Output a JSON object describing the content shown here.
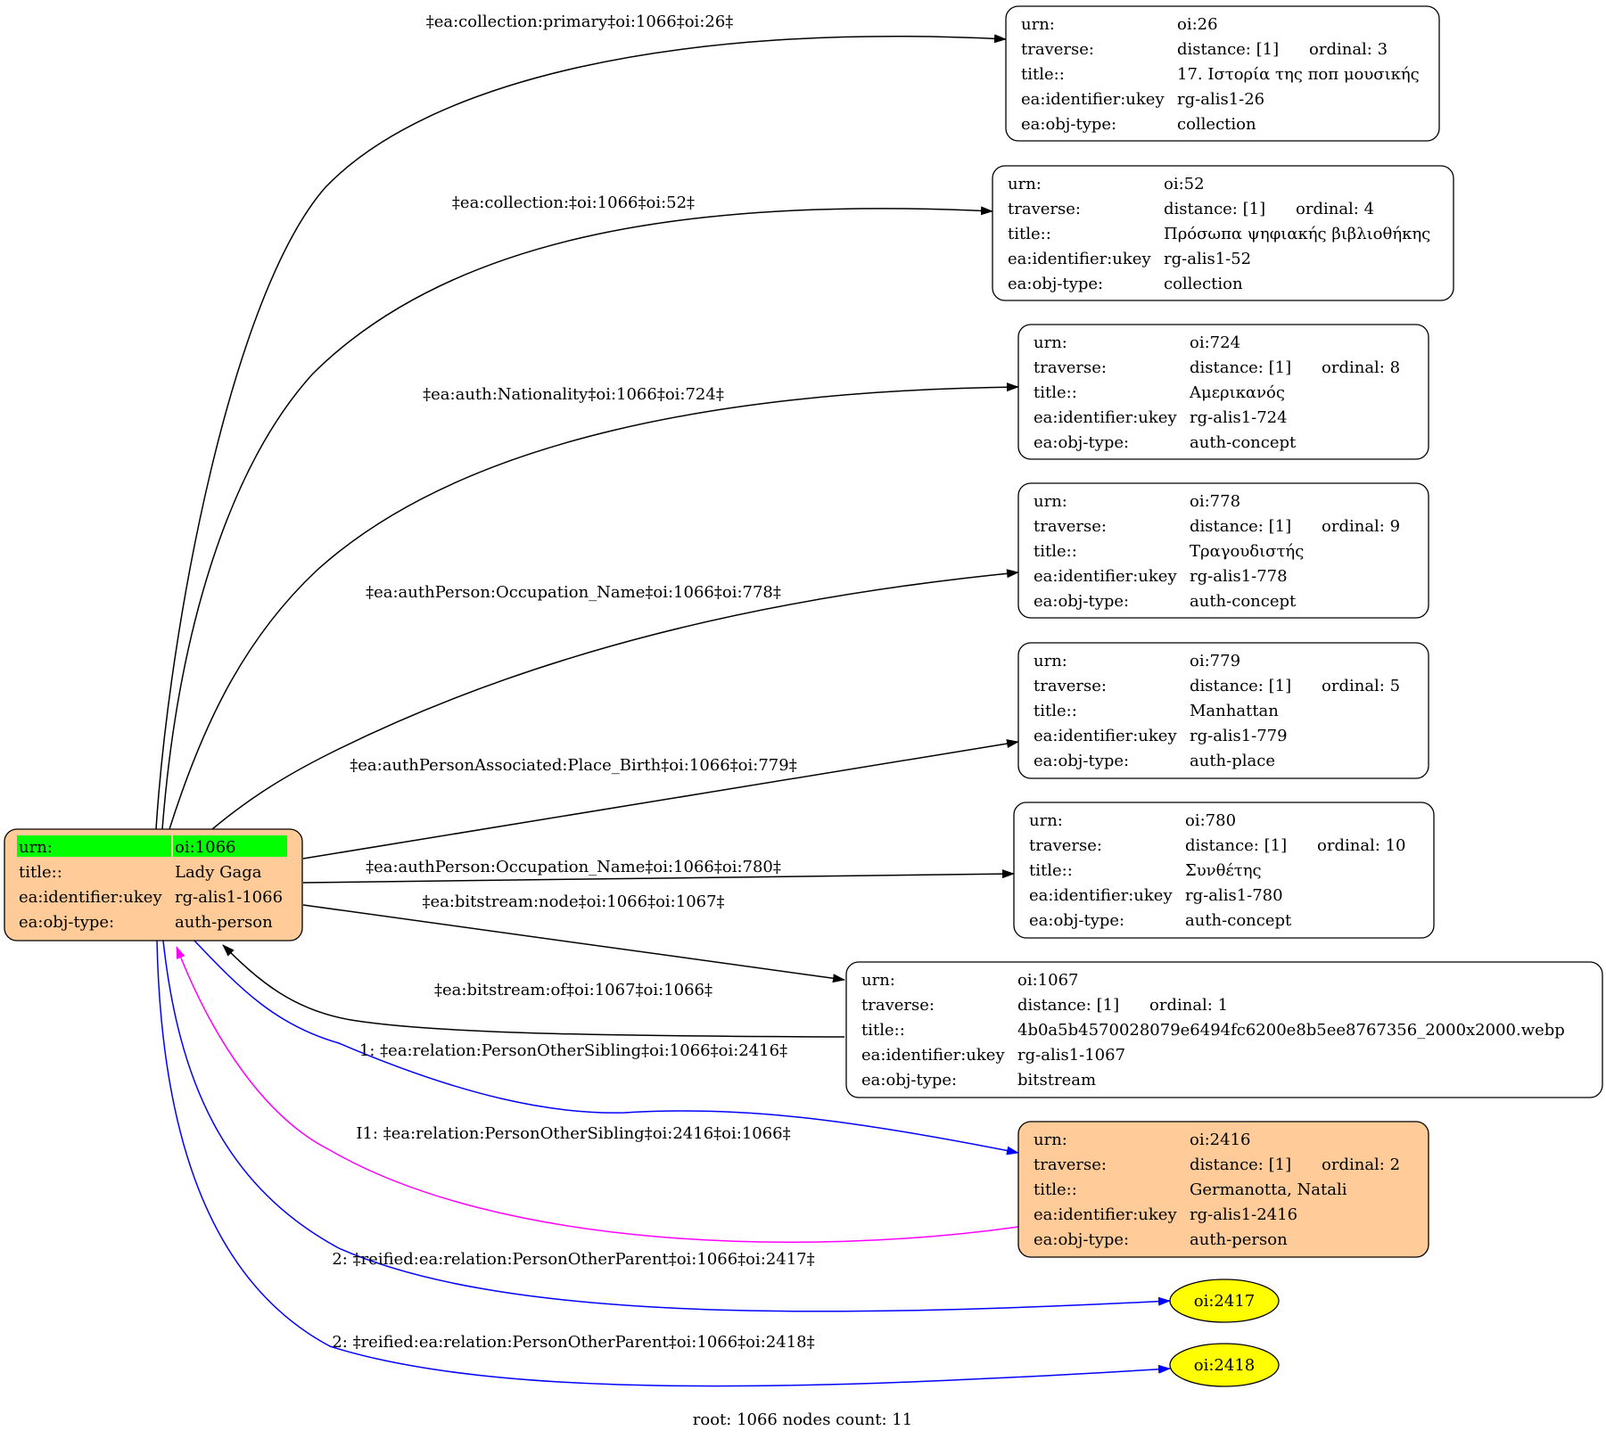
{
  "root_node": {
    "id": "oi:1066",
    "fill": "#ffcc99",
    "highlight": "#00ff00",
    "rows": [
      {
        "k": "urn:",
        "v": "oi:1066"
      },
      {
        "k": "title::",
        "v": "Lady Gaga"
      },
      {
        "k": "ea:identifier:ukey",
        "v": "rg-alis1-1066"
      },
      {
        "k": "ea:obj-type:",
        "v": "auth-person"
      }
    ]
  },
  "nodes": [
    {
      "id": "oi:26",
      "fill": "#ffffff",
      "rows": [
        {
          "k": "urn:",
          "v": "oi:26"
        },
        {
          "k": "traverse:",
          "v": "distance: [1]",
          "v2": "ordinal: 3"
        },
        {
          "k": "title::",
          "v": "17. Ιστορία της ποπ μουσικής"
        },
        {
          "k": "ea:identifier:ukey",
          "v": "rg-alis1-26"
        },
        {
          "k": "ea:obj-type:",
          "v": "collection"
        }
      ]
    },
    {
      "id": "oi:52",
      "fill": "#ffffff",
      "rows": [
        {
          "k": "urn:",
          "v": "oi:52"
        },
        {
          "k": "traverse:",
          "v": "distance: [1]",
          "v2": "ordinal: 4"
        },
        {
          "k": "title::",
          "v": "Πρόσωπα ψηφιακής βιβλιοθήκης"
        },
        {
          "k": "ea:identifier:ukey",
          "v": "rg-alis1-52"
        },
        {
          "k": "ea:obj-type:",
          "v": "collection"
        }
      ]
    },
    {
      "id": "oi:724",
      "fill": "#ffffff",
      "rows": [
        {
          "k": "urn:",
          "v": "oi:724"
        },
        {
          "k": "traverse:",
          "v": "distance: [1]",
          "v2": "ordinal: 8"
        },
        {
          "k": "title::",
          "v": "Αμερικανός"
        },
        {
          "k": "ea:identifier:ukey",
          "v": "rg-alis1-724"
        },
        {
          "k": "ea:obj-type:",
          "v": "auth-concept"
        }
      ]
    },
    {
      "id": "oi:778",
      "fill": "#ffffff",
      "rows": [
        {
          "k": "urn:",
          "v": "oi:778"
        },
        {
          "k": "traverse:",
          "v": "distance: [1]",
          "v2": "ordinal: 9"
        },
        {
          "k": "title::",
          "v": "Τραγουδιστής"
        },
        {
          "k": "ea:identifier:ukey",
          "v": "rg-alis1-778"
        },
        {
          "k": "ea:obj-type:",
          "v": "auth-concept"
        }
      ]
    },
    {
      "id": "oi:779",
      "fill": "#ffffff",
      "rows": [
        {
          "k": "urn:",
          "v": "oi:779"
        },
        {
          "k": "traverse:",
          "v": "distance: [1]",
          "v2": "ordinal: 5"
        },
        {
          "k": "title::",
          "v": "Manhattan"
        },
        {
          "k": "ea:identifier:ukey",
          "v": "rg-alis1-779"
        },
        {
          "k": "ea:obj-type:",
          "v": "auth-place"
        }
      ]
    },
    {
      "id": "oi:780",
      "fill": "#ffffff",
      "rows": [
        {
          "k": "urn:",
          "v": "oi:780"
        },
        {
          "k": "traverse:",
          "v": "distance: [1]",
          "v2": "ordinal: 10"
        },
        {
          "k": "title::",
          "v": "Συνθέτης"
        },
        {
          "k": "ea:identifier:ukey",
          "v": "rg-alis1-780"
        },
        {
          "k": "ea:obj-type:",
          "v": "auth-concept"
        }
      ]
    },
    {
      "id": "oi:1067",
      "fill": "#ffffff",
      "rows": [
        {
          "k": "urn:",
          "v": "oi:1067"
        },
        {
          "k": "traverse:",
          "v": "distance: [1]",
          "v2": "ordinal: 1"
        },
        {
          "k": "title::",
          "v": "4b0a5b4570028079e6494fc6200e8b5ee8767356_2000x2000.webp"
        },
        {
          "k": "ea:identifier:ukey",
          "v": "rg-alis1-1067"
        },
        {
          "k": "ea:obj-type:",
          "v": "bitstream"
        }
      ]
    },
    {
      "id": "oi:2416",
      "fill": "#ffcc99",
      "rows": [
        {
          "k": "urn:",
          "v": "oi:2416"
        },
        {
          "k": "traverse:",
          "v": "distance: [1]",
          "v2": "ordinal: 2"
        },
        {
          "k": "title::",
          "v": "Germanotta, Natali"
        },
        {
          "k": "ea:identifier:ukey",
          "v": "rg-alis1-2416"
        },
        {
          "k": "ea:obj-type:",
          "v": "auth-person"
        }
      ]
    }
  ],
  "ellipses": [
    {
      "id": "oi:2417",
      "label": "oi:2417",
      "fill": "#ffff00"
    },
    {
      "id": "oi:2418",
      "label": "oi:2418",
      "fill": "#ffff00"
    }
  ],
  "edges": [
    {
      "id": "e-26",
      "label": "‡ea:collection:primary‡oi:1066‡oi:26‡",
      "color": "#000000"
    },
    {
      "id": "e-52",
      "label": "‡ea:collection:‡oi:1066‡oi:52‡",
      "color": "#000000"
    },
    {
      "id": "e-724",
      "label": "‡ea:auth:Nationality‡oi:1066‡oi:724‡",
      "color": "#000000"
    },
    {
      "id": "e-778",
      "label": "‡ea:authPerson:Occupation_Name‡oi:1066‡oi:778‡",
      "color": "#000000"
    },
    {
      "id": "e-779",
      "label": "‡ea:authPersonAssociated:Place_Birth‡oi:1066‡oi:779‡",
      "color": "#000000"
    },
    {
      "id": "e-780",
      "label": "‡ea:authPerson:Occupation_Name‡oi:1066‡oi:780‡",
      "color": "#000000"
    },
    {
      "id": "e-1067",
      "label": "‡ea:bitstream:node‡oi:1066‡oi:1067‡",
      "color": "#000000"
    },
    {
      "id": "e-1067-back",
      "label": "‡ea:bitstream:of‡oi:1067‡oi:1066‡",
      "color": "#000000"
    },
    {
      "id": "e-2416",
      "label": "1: ‡ea:relation:PersonOtherSibling‡oi:1066‡oi:2416‡",
      "color": "#0000ff"
    },
    {
      "id": "e-2416-back",
      "label": "I1: ‡ea:relation:PersonOtherSibling‡oi:2416‡oi:1066‡",
      "color": "#ff00ff"
    },
    {
      "id": "e-2417",
      "label": "2: ‡reified:ea:relation:PersonOtherParent‡oi:1066‡oi:2417‡",
      "color": "#0000ff"
    },
    {
      "id": "e-2418",
      "label": "2: ‡reified:ea:relation:PersonOtherParent‡oi:1066‡oi:2418‡",
      "color": "#0000ff"
    }
  ],
  "caption": "root: 1066 nodes count: 11"
}
